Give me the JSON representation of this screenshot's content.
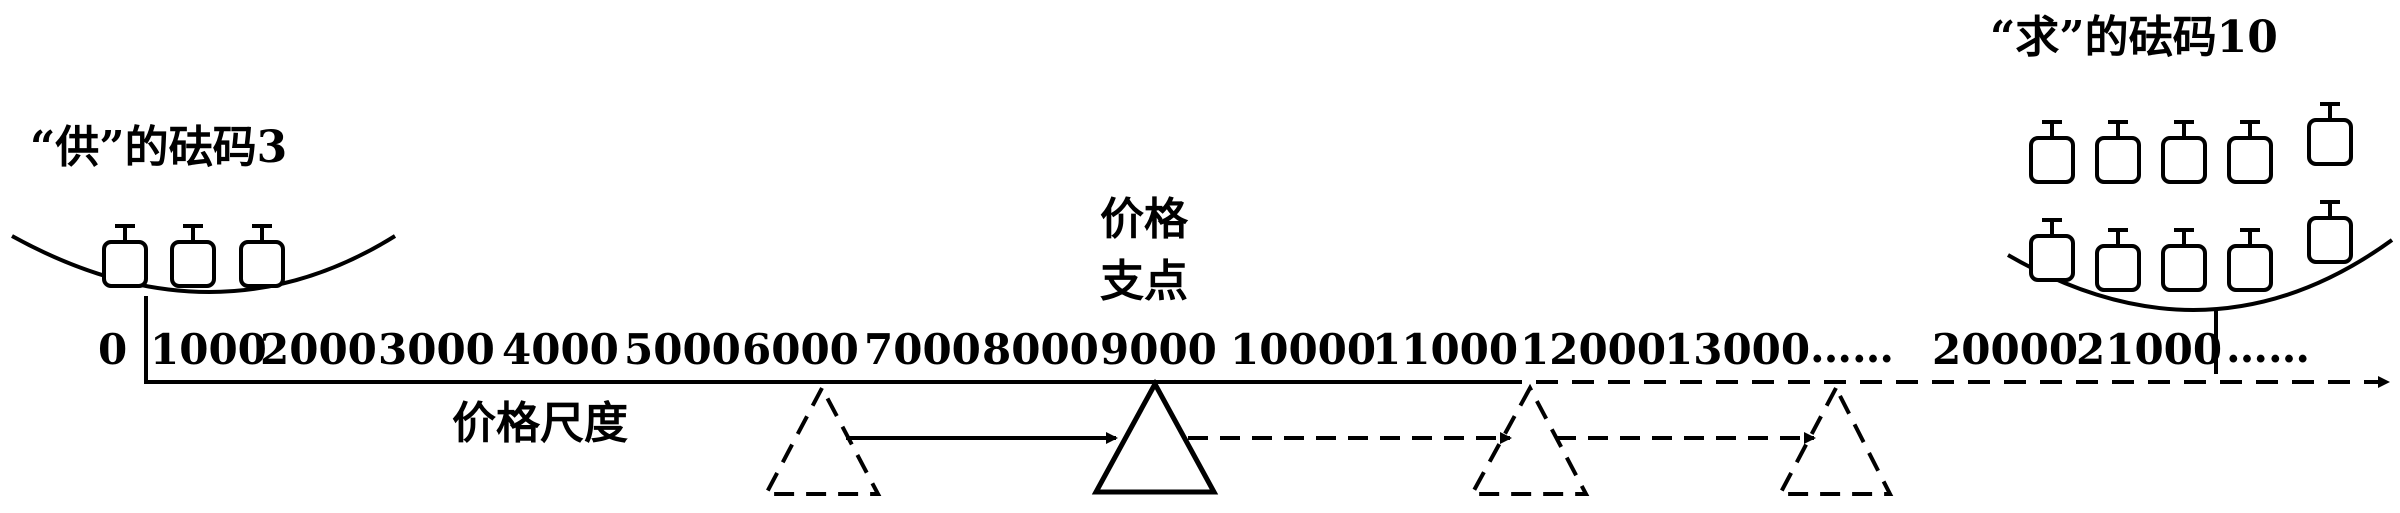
{
  "supply_weight_label": "“供”的砝码3",
  "demand_weight_label": "“求”的砝码10",
  "pivot_label_line1": "价格",
  "pivot_label_line2": "支点",
  "scale_label": "价格尺度",
  "ticks": [
    "0",
    "1000",
    "2000",
    "3000",
    "4000",
    "5000",
    "6000",
    "7000",
    "8000",
    "9000",
    "10000",
    "11000",
    "12000",
    "13000",
    "……",
    "20000",
    "21000",
    "……"
  ],
  "supply_weight_count": 3,
  "demand_weight_count": 10
}
